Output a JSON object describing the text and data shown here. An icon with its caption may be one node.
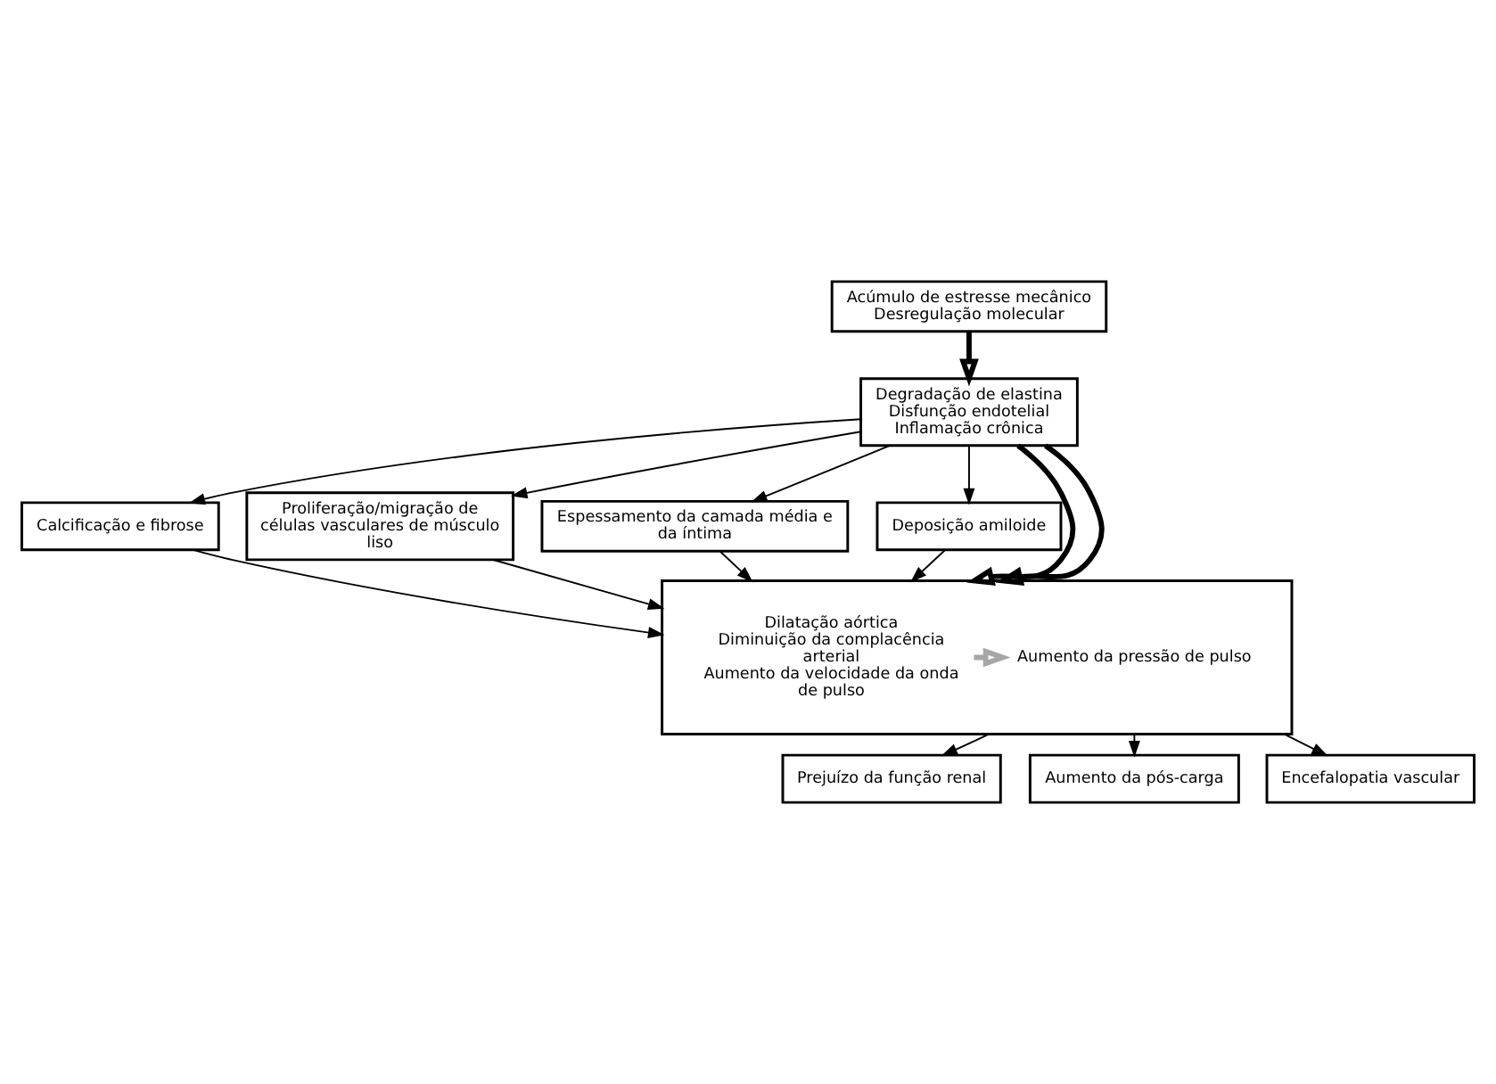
{
  "diagram": {
    "nodes": [
      {
        "text": [
          "Acúmulo de estresse mecânico",
          "Desregulação molecular"
        ]
      },
      {
        "text": [
          "Degradação de elastina",
          "Disfunção endotelial",
          "Inflamação crônica"
        ]
      },
      {
        "text": [
          "Calcificação e fibrose"
        ]
      },
      {
        "text": [
          "Proliferação/migração de células vasculares de músculo liso"
        ]
      },
      {
        "text": [
          "Espessamento da camada média e da íntima"
        ]
      },
      {
        "text": [
          "Deposição amiloide"
        ]
      },
      {
        "text": [],
        "shape": "box"
      },
      {
        "text": [
          "Dilatação aórtica",
          "Diminuição da complacência arterial",
          "Aumento da velocidade da onda de pulso"
        ],
        "in": 6
      },
      {
        "text": [
          "Aumento da pressão de pulso"
        ],
        "in": 6
      },
      {
        "text": [
          "Prejuízo da função renal"
        ]
      },
      {
        "text": [
          "Aumento da pós-carga"
        ]
      },
      {
        "text": [
          "Encefalopatia vascular"
        ]
      }
    ],
    "edges": [
      {
        "from": 0,
        "to": 1,
        "arrow": "to",
        "style": "thick"
      },
      {
        "from": 1,
        "to": 6,
        "arrow": "to",
        "style": "thick"
      },
      {
        "from": 1,
        "to": 6,
        "arrow": "to",
        "style": "thick"
      },
      {
        "from": 1,
        "to": 2,
        "arrow": "to"
      },
      {
        "from": 1,
        "to": 3,
        "arrow": "to"
      },
      {
        "from": 1,
        "to": 4,
        "arrow": "to"
      },
      {
        "from": 1,
        "to": 5,
        "arrow": "to"
      },
      {
        "from": 2,
        "to": 6,
        "arrow": "to"
      },
      {
        "from": 3,
        "to": 6,
        "arrow": "to"
      },
      {
        "from": 4,
        "to": 6,
        "arrow": "to"
      },
      {
        "from": 5,
        "to": 6,
        "arrow": "to"
      },
      {
        "from": 7,
        "to": 8,
        "arrow": "to",
        "style": "thick",
        "color": "#a6a6a6"
      },
      {
        "from": 6,
        "to": 9,
        "arrow": "to"
      },
      {
        "from": 6,
        "to": 10,
        "arrow": "to"
      },
      {
        "from": 6,
        "to": 11,
        "arrow": "to"
      }
    ]
  }
}
